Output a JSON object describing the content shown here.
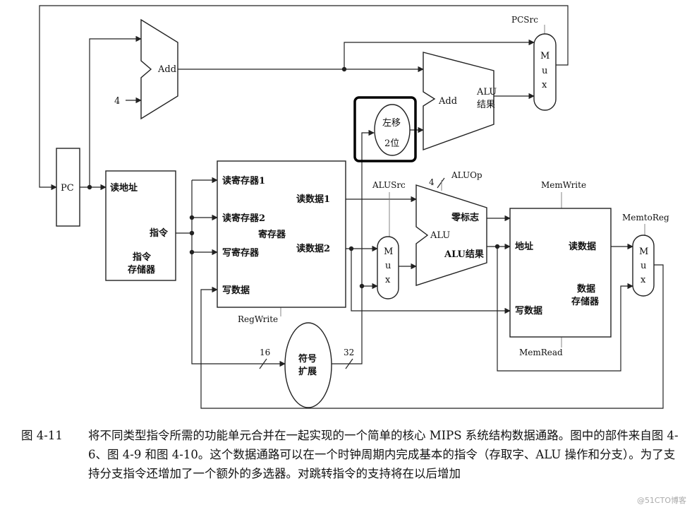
{
  "figure": {
    "number": "图 4-11",
    "caption": "将不同类型指令所需的功能单元合并在一起实现的一个简单的核心 MIPS 系统结构数据通路。图中的部件来自图 4-6、图 4-9 和图 4-10。这个数据通路可以在一个时钟周期内完成基本的指令（存取字、ALU 操作和分支）。为了支持分支指令还增加了一个额外的多选器。对跳转指令的支持将在以后增加"
  },
  "diagram": {
    "pc": "PC",
    "add_top": "Add",
    "const_four": "4",
    "add_branch": "Add",
    "alu_result_top_1": "ALU",
    "alu_result_top_2": "结果",
    "shift_1": "左移",
    "shift_2": "2位",
    "pcsrc": "PCSrc",
    "mux_letters": [
      "M",
      "u",
      "x"
    ],
    "imem": {
      "read_addr": "读地址",
      "instruction": "指令",
      "name_1": "指令",
      "name_2": "存储器"
    },
    "regfile": {
      "read_reg1": "读寄存器1",
      "read_reg2": "读寄存器2",
      "write_reg": "写寄存器",
      "write_data": "写数据",
      "name": "寄存器",
      "read_data1": "读数据1",
      "read_data2": "读数据2"
    },
    "regwrite": "RegWrite",
    "alusrc": "ALUSrc",
    "aluop": "ALUOp",
    "aluop_width": "4",
    "alu": {
      "zero": "零标志",
      "name": "ALU",
      "result": "ALU结果"
    },
    "memwrite": "MemWrite",
    "memread": "MemRead",
    "memtoreg": "MemtoReg",
    "dmem": {
      "addr": "地址",
      "read_data": "读数据",
      "write_data": "写数据",
      "name_1": "数据",
      "name_2": "存储器"
    },
    "sign_ext_1": "符号",
    "sign_ext_2": "扩展",
    "width_in": "16",
    "width_out": "32"
  },
  "watermark": "@51CTO博客"
}
